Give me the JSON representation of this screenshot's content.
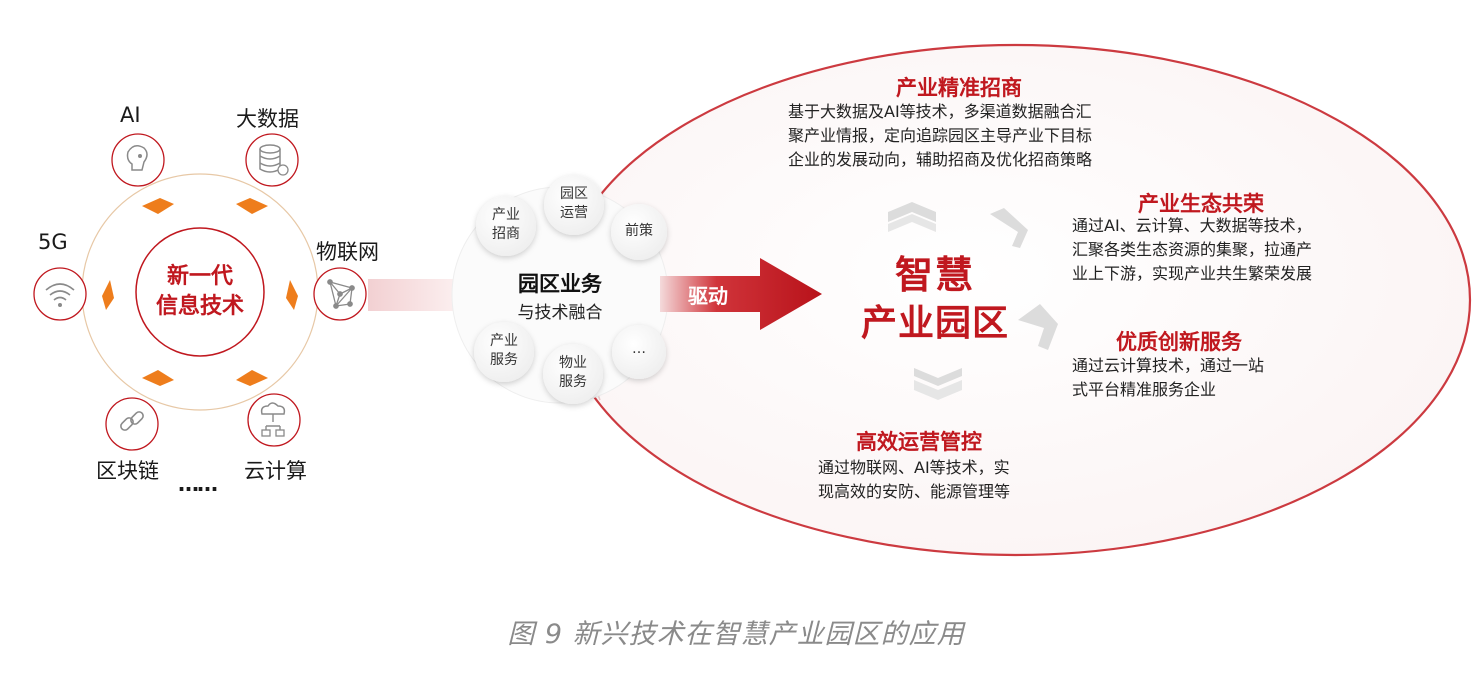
{
  "tech": {
    "core_line1": "新一代",
    "core_line2": "信息技术",
    "items": {
      "ai": "AI",
      "bigdata": "大数据",
      "iot": "物联网",
      "g5": "5G",
      "blockchain": "区块链",
      "cloud": "云计算",
      "more": "……"
    }
  },
  "park": {
    "center_title": "园区业务",
    "center_sub": "与技术融合",
    "items": {
      "investment": "产业\n招商",
      "operation": "园区\n运营",
      "policy": "前策",
      "service": "产业\n服务",
      "property": "物业\n服务",
      "more": "…"
    }
  },
  "arrow_label": "驱动",
  "smart": {
    "title_line1": "智慧",
    "title_line2": "产业园区",
    "sections": [
      {
        "title": "产业精准招商",
        "lines": [
          "基于大数据及AI等技术，多渠道数据融合汇",
          "聚产业情报，定向追踪园区主导产业下目标",
          "企业的发展动向，辅助招商及优化招商策略"
        ]
      },
      {
        "title": "产业生态共荣",
        "lines": [
          "通过AI、云计算、大数据等技术，",
          "汇聚各类生态资源的集聚，拉通产",
          "业上下游，实现产业共生繁荣发展"
        ]
      },
      {
        "title": "优质创新服务",
        "lines": [
          "通过云计算技术，通过一站",
          "式平台精准服务企业"
        ]
      },
      {
        "title": "高效运营管控",
        "lines": [
          "通过物联网、AI等技术，实",
          "现高效的安防、能源管理等"
        ]
      }
    ]
  },
  "caption": "图 9  新兴技术在智慧产业园区的应用",
  "colors": {
    "accent_red": "#c0181f",
    "orange": "#ee7d1c",
    "icon_grey": "#8a8a8a"
  }
}
